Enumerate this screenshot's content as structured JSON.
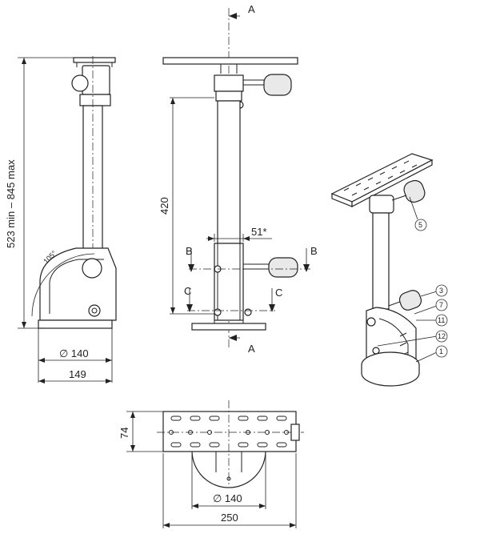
{
  "dimensions": {
    "height_range": "523 min – 845 max",
    "angle": "105°",
    "base_diameter_side": "∅ 140",
    "base_width": "149",
    "pole_length": "420",
    "arm_offset": "51*",
    "plate_depth": "74",
    "base_diameter_top": "∅ 140",
    "plate_length": "250"
  },
  "section_labels": {
    "a_top": "A",
    "a_bottom": "A",
    "b_left": "B",
    "b_right": "B",
    "c_left": "C",
    "c_right": "C"
  },
  "callouts": [
    "5",
    "3",
    "7",
    "11",
    "12",
    "1"
  ]
}
